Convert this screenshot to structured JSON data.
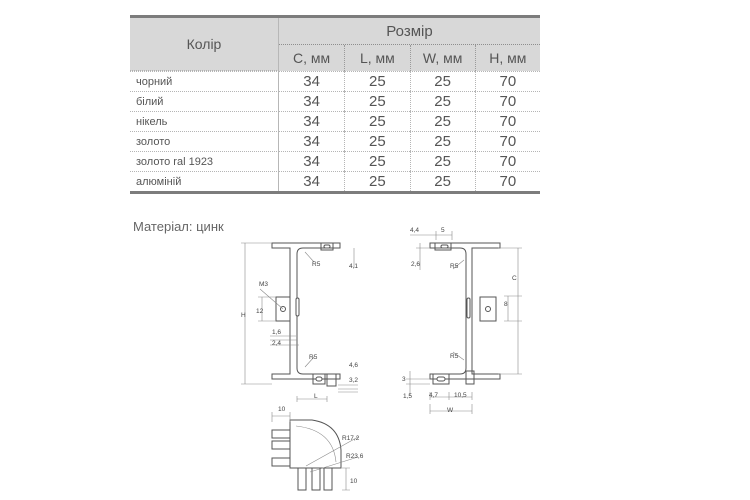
{
  "table": {
    "colour_header": "Колір",
    "size_header": "Розмір",
    "columns": [
      "C, мм",
      "L, мм",
      "W, мм",
      "H, мм"
    ],
    "rows": [
      {
        "name": "чорний",
        "values": [
          "34",
          "25",
          "25",
          "70"
        ]
      },
      {
        "name": "білий",
        "values": [
          "34",
          "25",
          "25",
          "70"
        ]
      },
      {
        "name": "нікель",
        "values": [
          "34",
          "25",
          "25",
          "70"
        ]
      },
      {
        "name": "золото",
        "values": [
          "34",
          "25",
          "25",
          "70"
        ]
      },
      {
        "name": "золото ral 1923",
        "values": [
          "34",
          "25",
          "25",
          "70"
        ]
      },
      {
        "name": "алюміній",
        "values": [
          "34",
          "25",
          "25",
          "70"
        ]
      }
    ]
  },
  "material": "Матеріал: цинк",
  "drawing": {
    "m3": "M3",
    "h": "H",
    "d12": "12",
    "d1_6": "1,6",
    "d2_4": "2,4",
    "r5_top": "R5",
    "r5_bottom": "R5",
    "d4_1": "4,1",
    "d4_6": "4,6",
    "d3_2": "3,2",
    "l": "L",
    "d4_4": "4,4",
    "d5": "5",
    "d2_6": "2,6",
    "r5_right_top": "R5",
    "r5_right_bottom": "R5",
    "c": "C",
    "d8": "8",
    "d3": "3",
    "d1_5": "1,5",
    "d4_7": "4,7",
    "d10_5": "10,5",
    "w": "W",
    "d10_top": "10",
    "r17_2": "R17,2",
    "r23_6": "R23,6",
    "d10_side": "10"
  }
}
